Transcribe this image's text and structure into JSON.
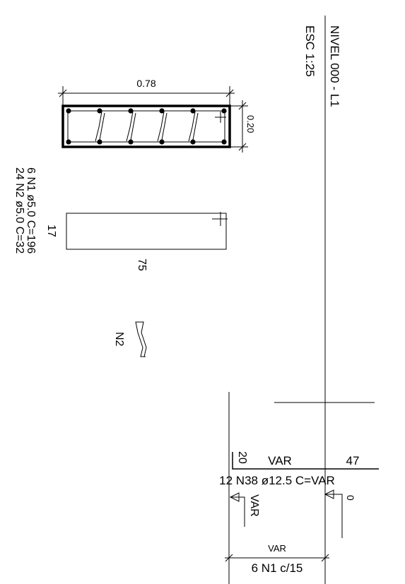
{
  "title_block": {
    "level": "NIVEL 000 - L1",
    "scale": "ESC 1:25"
  },
  "section": {
    "width_dim": "0.78",
    "height_dim": "0.20"
  },
  "stirrup": {
    "long_side": "75",
    "short_side": "17"
  },
  "rebar_list": {
    "line1": "6 N1 ø5.0  C=196",
    "line2": "24 N2 ø5.0  C=32"
  },
  "hook_label": "N2",
  "longitudinal": {
    "left_hook": "20",
    "mid_length": "VAR",
    "right_length": "47",
    "spec": "12 N38 ø12.5  C=VAR",
    "left_marker": "VAR",
    "right_marker": "0"
  },
  "stirrup_span": {
    "dim": "VAR",
    "spec": "6 N1 c/15"
  }
}
